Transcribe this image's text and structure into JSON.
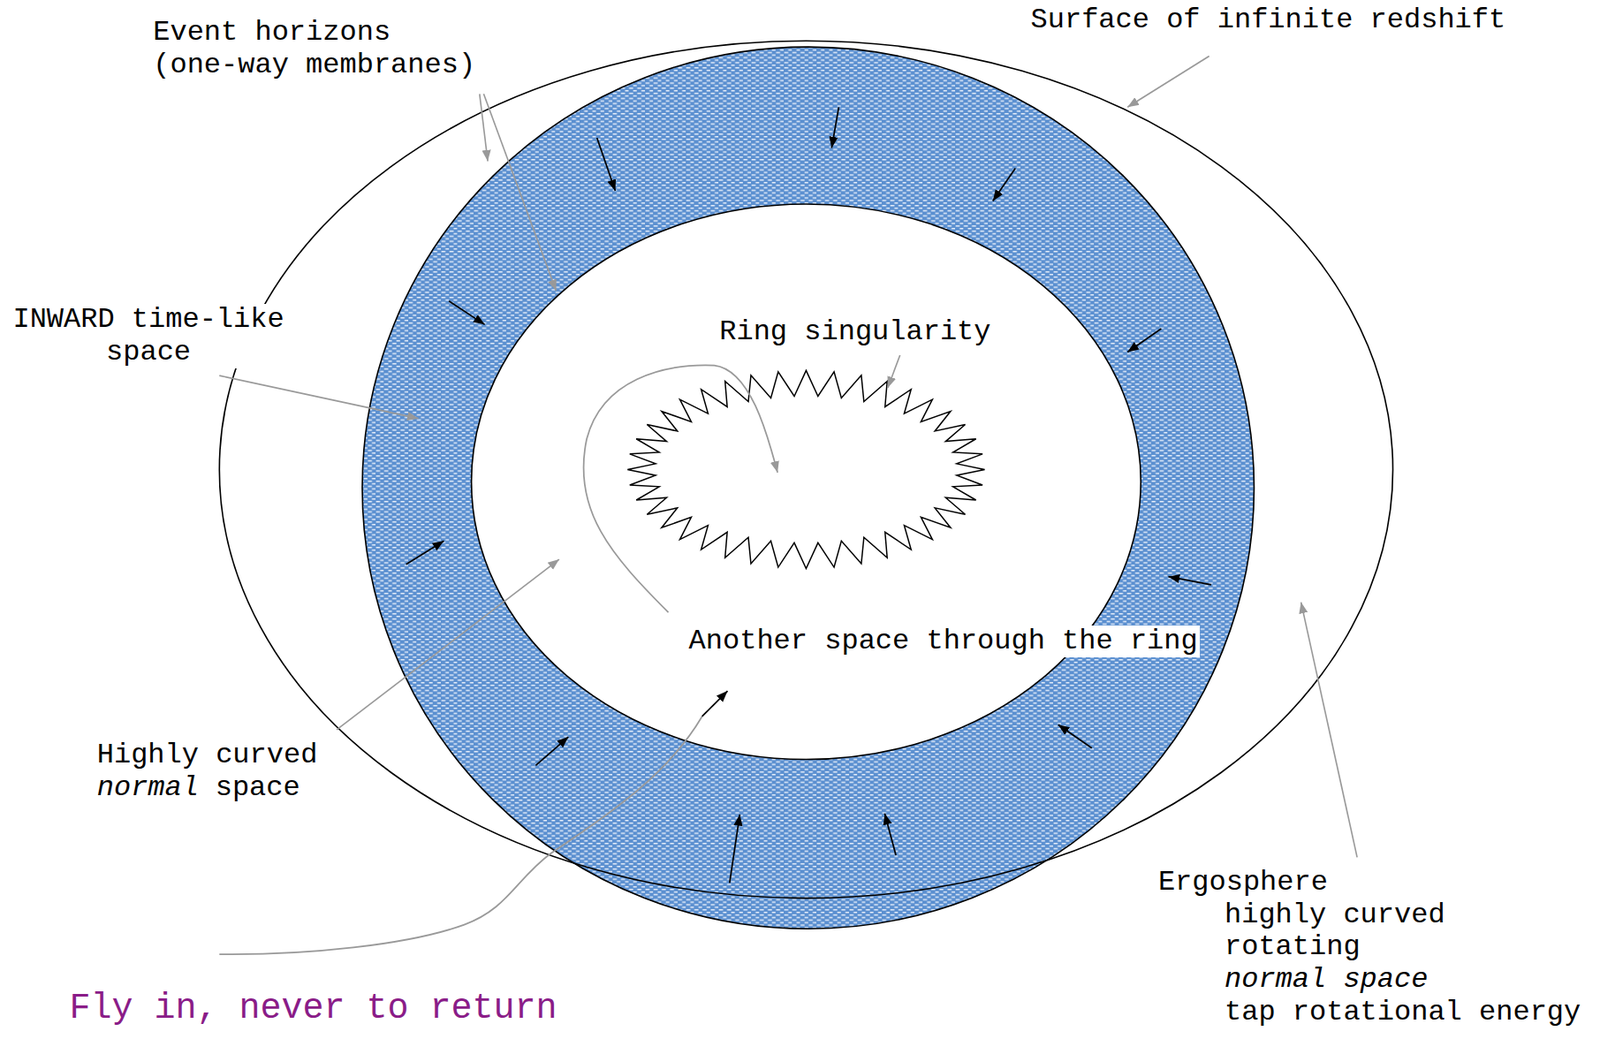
{
  "diagram": {
    "labels": [
      "Event horizons (one-way membranes)",
      "Surface of infinite redshift",
      "INWARD time-like space",
      "Ring singularity",
      "Another space through the ring",
      "Highly curved",
      "normal",
      "space",
      "Ergosphere",
      "highly curved",
      "rotating",
      "normal space",
      "tap rotational energy",
      "Fly in, never to return"
    ]
  }
}
